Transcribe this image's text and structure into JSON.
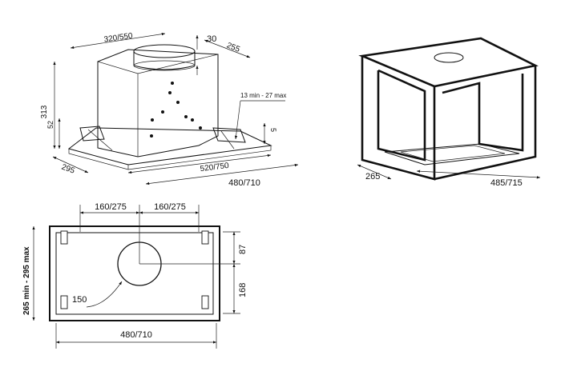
{
  "isometric_hood": {
    "depth_range": "320/550",
    "chimney_height": "30",
    "width_top": "255",
    "total_height": "313",
    "side_height": "52",
    "adjustment": "13 min - 27 max",
    "offset": "5",
    "depth_bottom": "295",
    "width_inner": "520/750",
    "width_outer": "480/710"
  },
  "cabinet": {
    "depth": "265",
    "width": "485/715"
  },
  "top_view": {
    "left_offset": "160/275",
    "right_offset": "160/275",
    "top_distance": "87",
    "bottom_distance": "168",
    "height_range": "265 min - 295 max",
    "duct_diameter": "150",
    "width": "480/710"
  }
}
